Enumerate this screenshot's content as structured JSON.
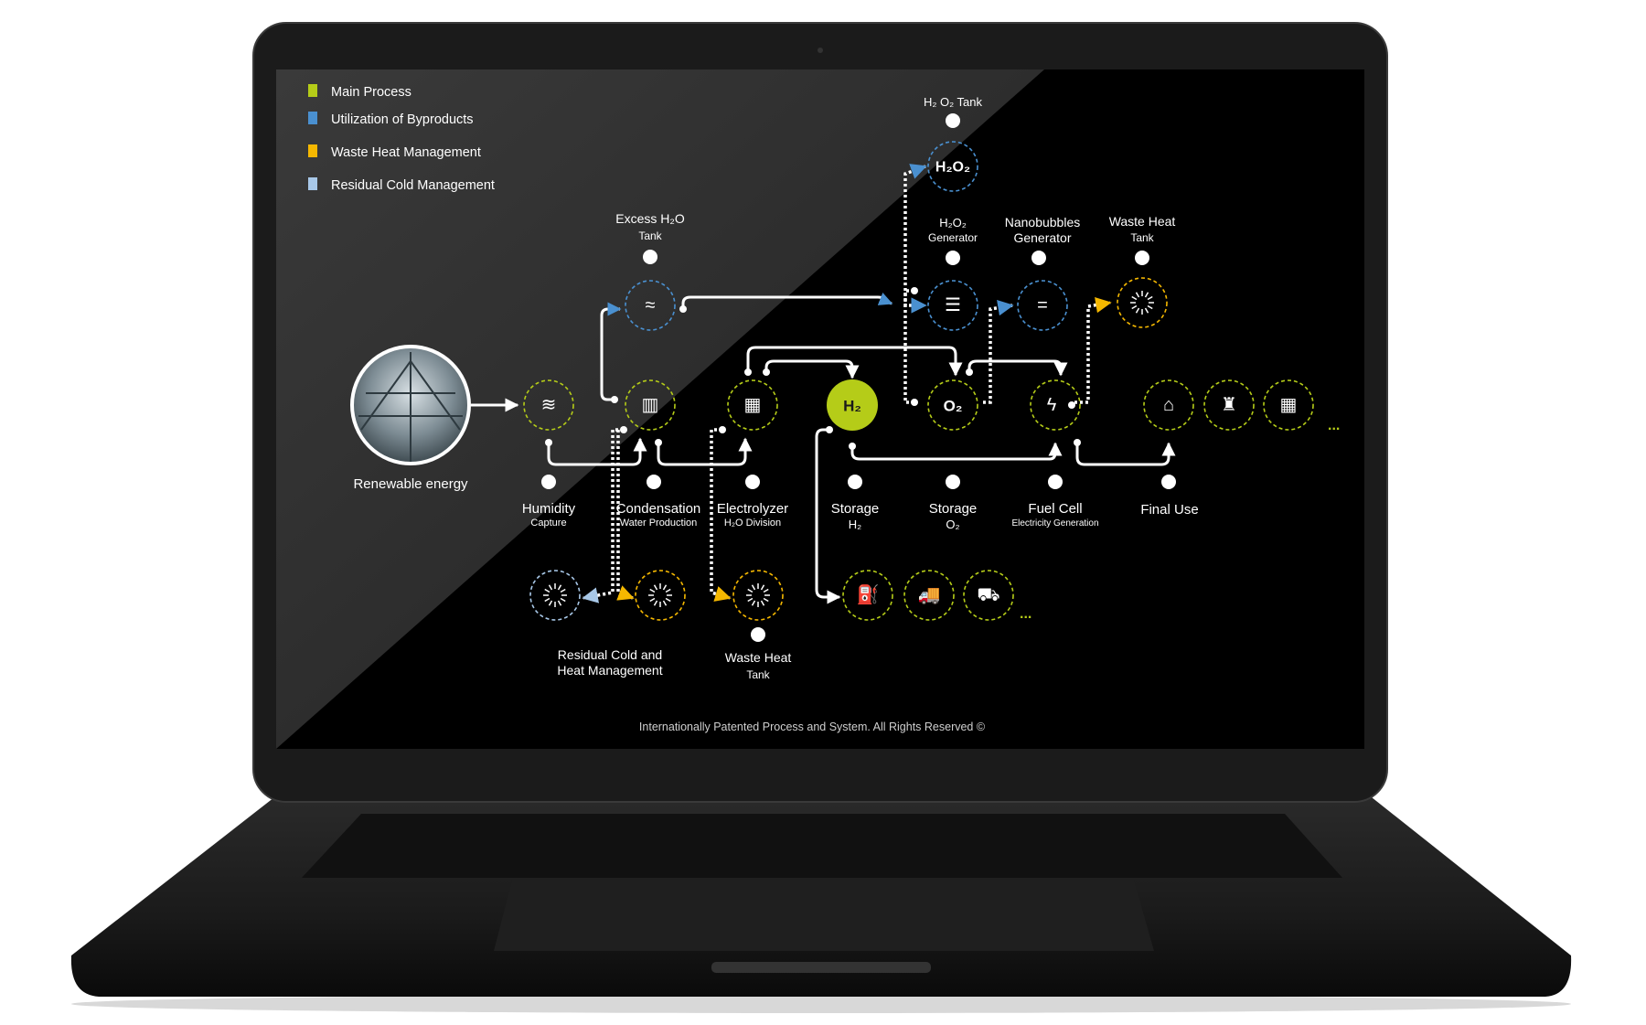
{
  "colors": {
    "main_process": "#b5cc18",
    "byproducts": "#4a90d0",
    "waste_heat": "#f5b800",
    "residual_cold": "#a8c8e8"
  },
  "legend": [
    {
      "label": "Main Process"
    },
    {
      "label": "Utilization of Byproducts"
    },
    {
      "label": "Waste Heat Management"
    },
    {
      "label": "Residual Cold Management"
    }
  ],
  "nodes": {
    "renewable": {
      "label": "Renewable energy"
    },
    "humidity": {
      "label": "Humidity",
      "sub": "Capture",
      "icon": "wind-icon"
    },
    "condensation": {
      "label": "Condensation",
      "sub": "Water Production",
      "icon": "condenser-icon"
    },
    "electrolyzer": {
      "label": "Electrolyzer",
      "sub": "H₂O Division",
      "icon": "grid-icon"
    },
    "h2": {
      "symbol": "H₂"
    },
    "storage_h2": {
      "label": "Storage",
      "sub": "H₂"
    },
    "o2": {
      "symbol": "O₂"
    },
    "storage_o2": {
      "label": "Storage",
      "sub": "O₂"
    },
    "fuel_cell": {
      "label": "Fuel Cell",
      "sub": "Electricity Generation",
      "icon": "lightning-icon"
    },
    "final_use": {
      "label": "Final Use"
    },
    "excess_tank": {
      "label": "Excess H₂O",
      "sub": "Tank",
      "icon": "water-waves-icon"
    },
    "h2o2_gen": {
      "label": "H₂O₂",
      "sub": "Generator",
      "icon": "stack-icon"
    },
    "nanobubbles": {
      "label": "Nanobubbles",
      "sub": "Generator",
      "icon": "equals-icon"
    },
    "waste_heat_top": {
      "label": "Waste Heat",
      "sub": "Tank"
    },
    "h2o2_tank": {
      "label": "H₂ O₂ Tank",
      "symbol": "H₂O₂"
    },
    "residual": {
      "label1": "Residual Cold and",
      "label2": "Heat Management"
    },
    "waste_heat_bottom": {
      "label": "Waste Heat",
      "sub": "Tank"
    }
  },
  "final_use_icons": [
    "⌂",
    "♜",
    "▦"
  ],
  "transport_icons": [
    "⛽",
    "🚚",
    "⛟"
  ],
  "more": "...",
  "footer": "Internationally Patented Process and System. All Rights Reserved ©"
}
